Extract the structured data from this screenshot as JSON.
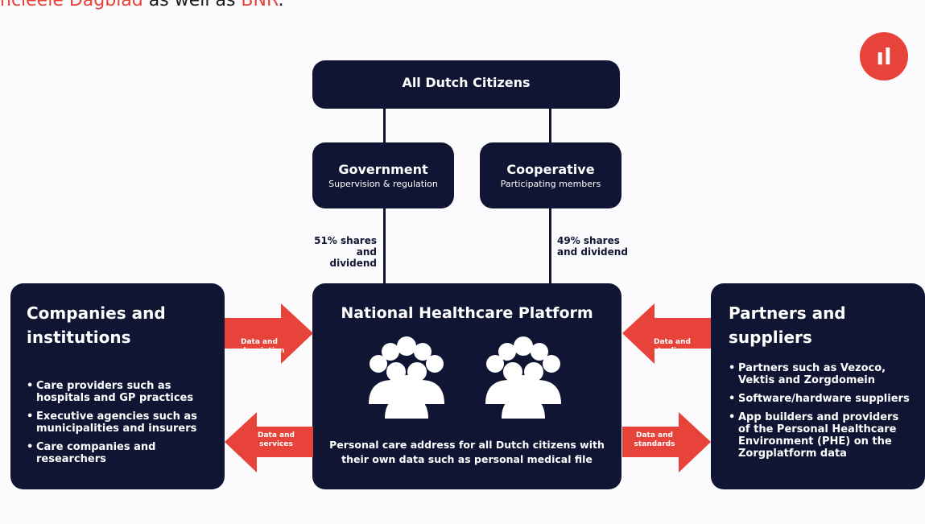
{
  "header": {
    "source_text_1": "ncieele Dagblad",
    "middle_text": " as well as ",
    "source_text_2": "BNR",
    "end_text": "."
  },
  "logo": {
    "text": "ıl",
    "color": "#e8433a"
  },
  "top": {
    "title": "All Dutch Citizens"
  },
  "government": {
    "title": "Government",
    "subtitle": "Supervision & regulation",
    "share": "51% shares\nand dividend"
  },
  "cooperative": {
    "title": "Cooperative",
    "subtitle": "Participating members",
    "share": "49% shares\nand dividend"
  },
  "center": {
    "title": "National Healthcare Platform",
    "description": "Personal care address for all Dutch citizens with their own data such as personal medical file"
  },
  "left": {
    "title": "Companies and institutions",
    "items": [
      "Care providers such as hospitals and GP practices",
      "Executive agencies such as municipalities and insurers",
      "Care companies and researchers"
    ]
  },
  "right": {
    "title": "Partners and suppliers",
    "items": [
      "Partners such as Vezoco, Vektis and Zorgdomein",
      "Software/hardware suppliers",
      "App builders and providers of the Personal Healthcare Environment (PHE) on the Zorgplatform data"
    ]
  },
  "arrows": {
    "left_top": "Data and subscription",
    "left_bottom": "Data and services",
    "right_top": "Data and tooling",
    "right_bottom": "Data and standards"
  },
  "colors": {
    "navy": "#101533",
    "accent": "#e8433a"
  }
}
